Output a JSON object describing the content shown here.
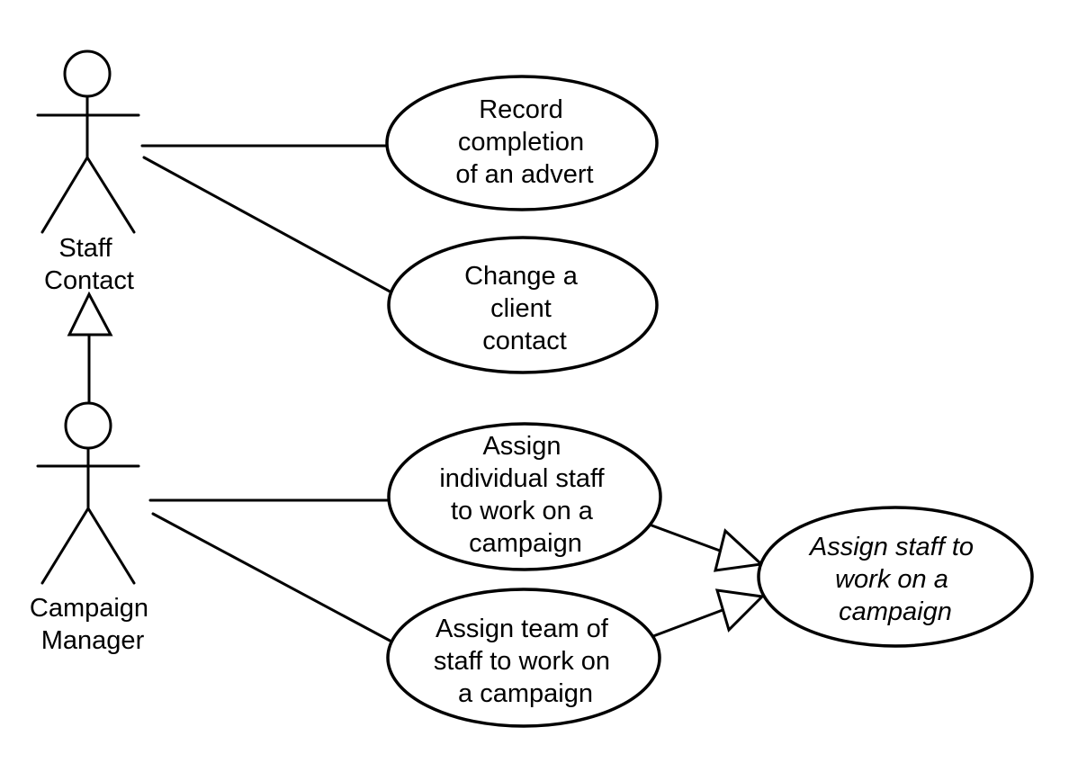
{
  "diagram_type": "uml-use-case-diagram",
  "colors": {
    "stroke": "#000000",
    "background": "#ffffff",
    "text": "#000000"
  },
  "actors": [
    {
      "id": "staff-contact",
      "name": "Staff Contact",
      "label_lines": [
        "Staff",
        "Contact"
      ]
    },
    {
      "id": "campaign-manager",
      "name": "Campaign Manager",
      "label_lines": [
        "Campaign",
        "Manager"
      ]
    }
  ],
  "use_cases": [
    {
      "id": "record-completion-of-an-advert",
      "name": "Record completion of an advert",
      "text_lines": [
        "Record",
        "completion",
        "of an advert"
      ],
      "abstract": false
    },
    {
      "id": "change-a-client-contact",
      "name": "Change a client contact",
      "text_lines": [
        "Change a",
        "client",
        "contact"
      ],
      "abstract": false
    },
    {
      "id": "assign-individual-staff-to-work-on-a-campaign",
      "name": "Assign individual staff to work on a campaign",
      "text_lines": [
        "Assign",
        "individual staff",
        "to work on a",
        "campaign"
      ],
      "abstract": false
    },
    {
      "id": "assign-team-of-staff-to-work-on-a-campaign",
      "name": "Assign team of staff to work on a campaign",
      "text_lines": [
        "Assign team of",
        "staff to work on",
        "a campaign"
      ],
      "abstract": false
    },
    {
      "id": "assign-staff-to-work-on-a-campaign",
      "name": "Assign staff to work on a campaign",
      "text_lines": [
        "Assign staff to",
        "work on a",
        "campaign"
      ],
      "abstract": true
    }
  ],
  "relationships": [
    {
      "type": "association",
      "from": "staff-contact",
      "to": "record-completion-of-an-advert"
    },
    {
      "type": "association",
      "from": "staff-contact",
      "to": "change-a-client-contact"
    },
    {
      "type": "association",
      "from": "campaign-manager",
      "to": "assign-individual-staff-to-work-on-a-campaign"
    },
    {
      "type": "association",
      "from": "campaign-manager",
      "to": "assign-team-of-staff-to-work-on-a-campaign"
    },
    {
      "type": "generalization",
      "from": "campaign-manager",
      "to": "staff-contact"
    },
    {
      "type": "generalization",
      "from": "assign-individual-staff-to-work-on-a-campaign",
      "to": "assign-staff-to-work-on-a-campaign"
    },
    {
      "type": "generalization",
      "from": "assign-team-of-staff-to-work-on-a-campaign",
      "to": "assign-staff-to-work-on-a-campaign"
    }
  ]
}
